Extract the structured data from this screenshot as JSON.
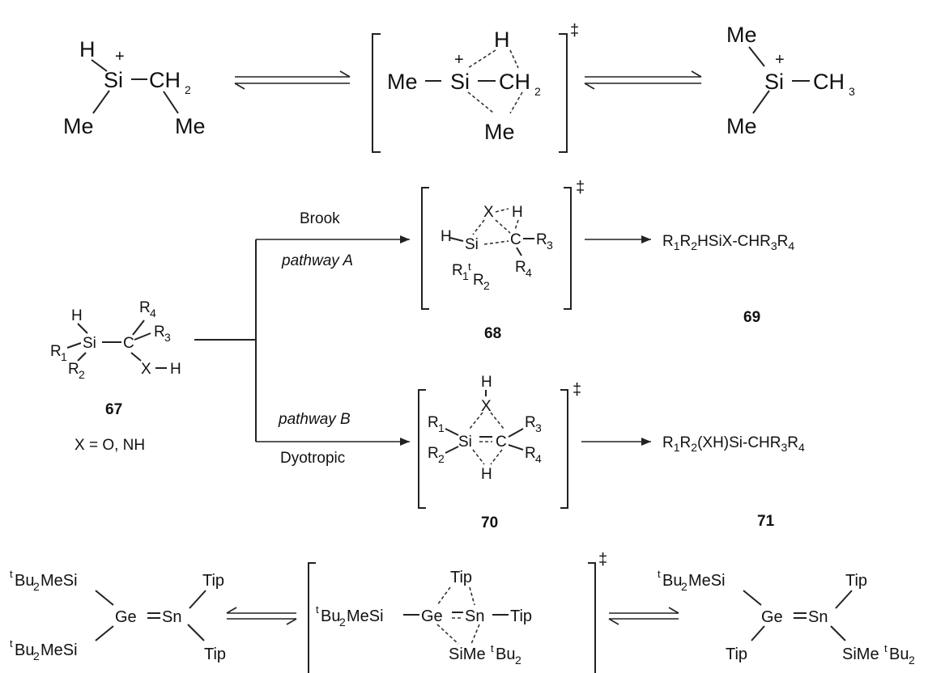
{
  "scheme1": {
    "left": {
      "h": "H",
      "plus": "+",
      "si": "Si",
      "ch": "CH",
      "ch_sub": "2",
      "me_a": "Me",
      "me_b": "Me"
    },
    "ts": {
      "me": "Me",
      "si": "Si",
      "plus": "+",
      "h": "H",
      "ch": "CH",
      "ch_sub": "2",
      "me_bottom": "Me",
      "dagger": "‡"
    },
    "right": {
      "me_top": "Me",
      "plus": "+",
      "si": "Si",
      "ch": "CH",
      "ch_sub": "3",
      "me_bottom": "Me"
    }
  },
  "scheme2": {
    "reactant": {
      "h": "H",
      "r4": "R",
      "r4_sub": "4",
      "r1": "R",
      "r1_sub": "1",
      "si": "Si",
      "c": "C",
      "r3": "R",
      "r3_sub": "3",
      "r2": "R",
      "r2_sub": "2",
      "x": "X",
      "h2": "H",
      "label": "67",
      "condition": "X = O, NH"
    },
    "path_a": {
      "top_label": "Brook",
      "italic_label": "pathway A"
    },
    "path_b": {
      "italic_label": "pathway B",
      "bottom_label": "Dyotropic"
    },
    "ts68": {
      "x": "X",
      "h_top": "H",
      "h_left": "H",
      "si": "Si",
      "c": "C",
      "r3": "R",
      "r3_sub": "3",
      "r1": "R",
      "r1_sub": "1",
      "r2_sup": "t",
      "r2": "R",
      "r2_sub": "2",
      "r4": "R",
      "r4_sub": "4",
      "dagger": "‡",
      "label": "68"
    },
    "prod69": {
      "formula": "R1R2HSiX-CHR3R4",
      "label": "69"
    },
    "ts70": {
      "h_top": "H",
      "x": "X",
      "r1": "R",
      "r1_sub": "1",
      "si": "Si",
      "c": "C",
      "r3": "R",
      "r3_sub": "3",
      "r2": "R",
      "r2_sub": "2",
      "r4": "R",
      "r4_sub": "4",
      "h_bottom": "H",
      "dagger": "‡",
      "label": "70"
    },
    "prod71": {
      "formula": "R1R2(XH)Si-CHR3R4",
      "label": "71"
    }
  },
  "scheme3": {
    "left": {
      "sil_top": "Bu",
      "sil_top_sup": "t",
      "sil_top_sub": "2",
      "sil_top_rest": "MeSi",
      "ge": "Ge",
      "sn": "Sn",
      "tip_top": "Tip",
      "tip_bottom": "Tip",
      "sil_bot": "Bu",
      "sil_bot_sup": "t",
      "sil_bot_sub": "2",
      "sil_bot_rest": "MeSi"
    },
    "ts": {
      "sil": "Bu",
      "sil_sup": "t",
      "sil_sub": "2",
      "sil_rest": "MeSi",
      "ge": "Ge",
      "sn": "Sn",
      "tip_top": "Tip",
      "tip_right": "Tip",
      "bottom": "SiMe",
      "bottom_sup": "t",
      "bottom_bu": "Bu",
      "bottom_sub": "2",
      "dagger": "‡"
    },
    "right": {
      "sil": "Bu",
      "sil_sup": "t",
      "sil_sub": "2",
      "sil_rest": "MeSi",
      "ge": "Ge",
      "sn": "Sn",
      "tip_top": "Tip",
      "tip_bottom": "Tip",
      "bottom": "SiMe",
      "bottom_sup": "t",
      "bottom_bu": "Bu",
      "bottom_sub": "2"
    }
  }
}
